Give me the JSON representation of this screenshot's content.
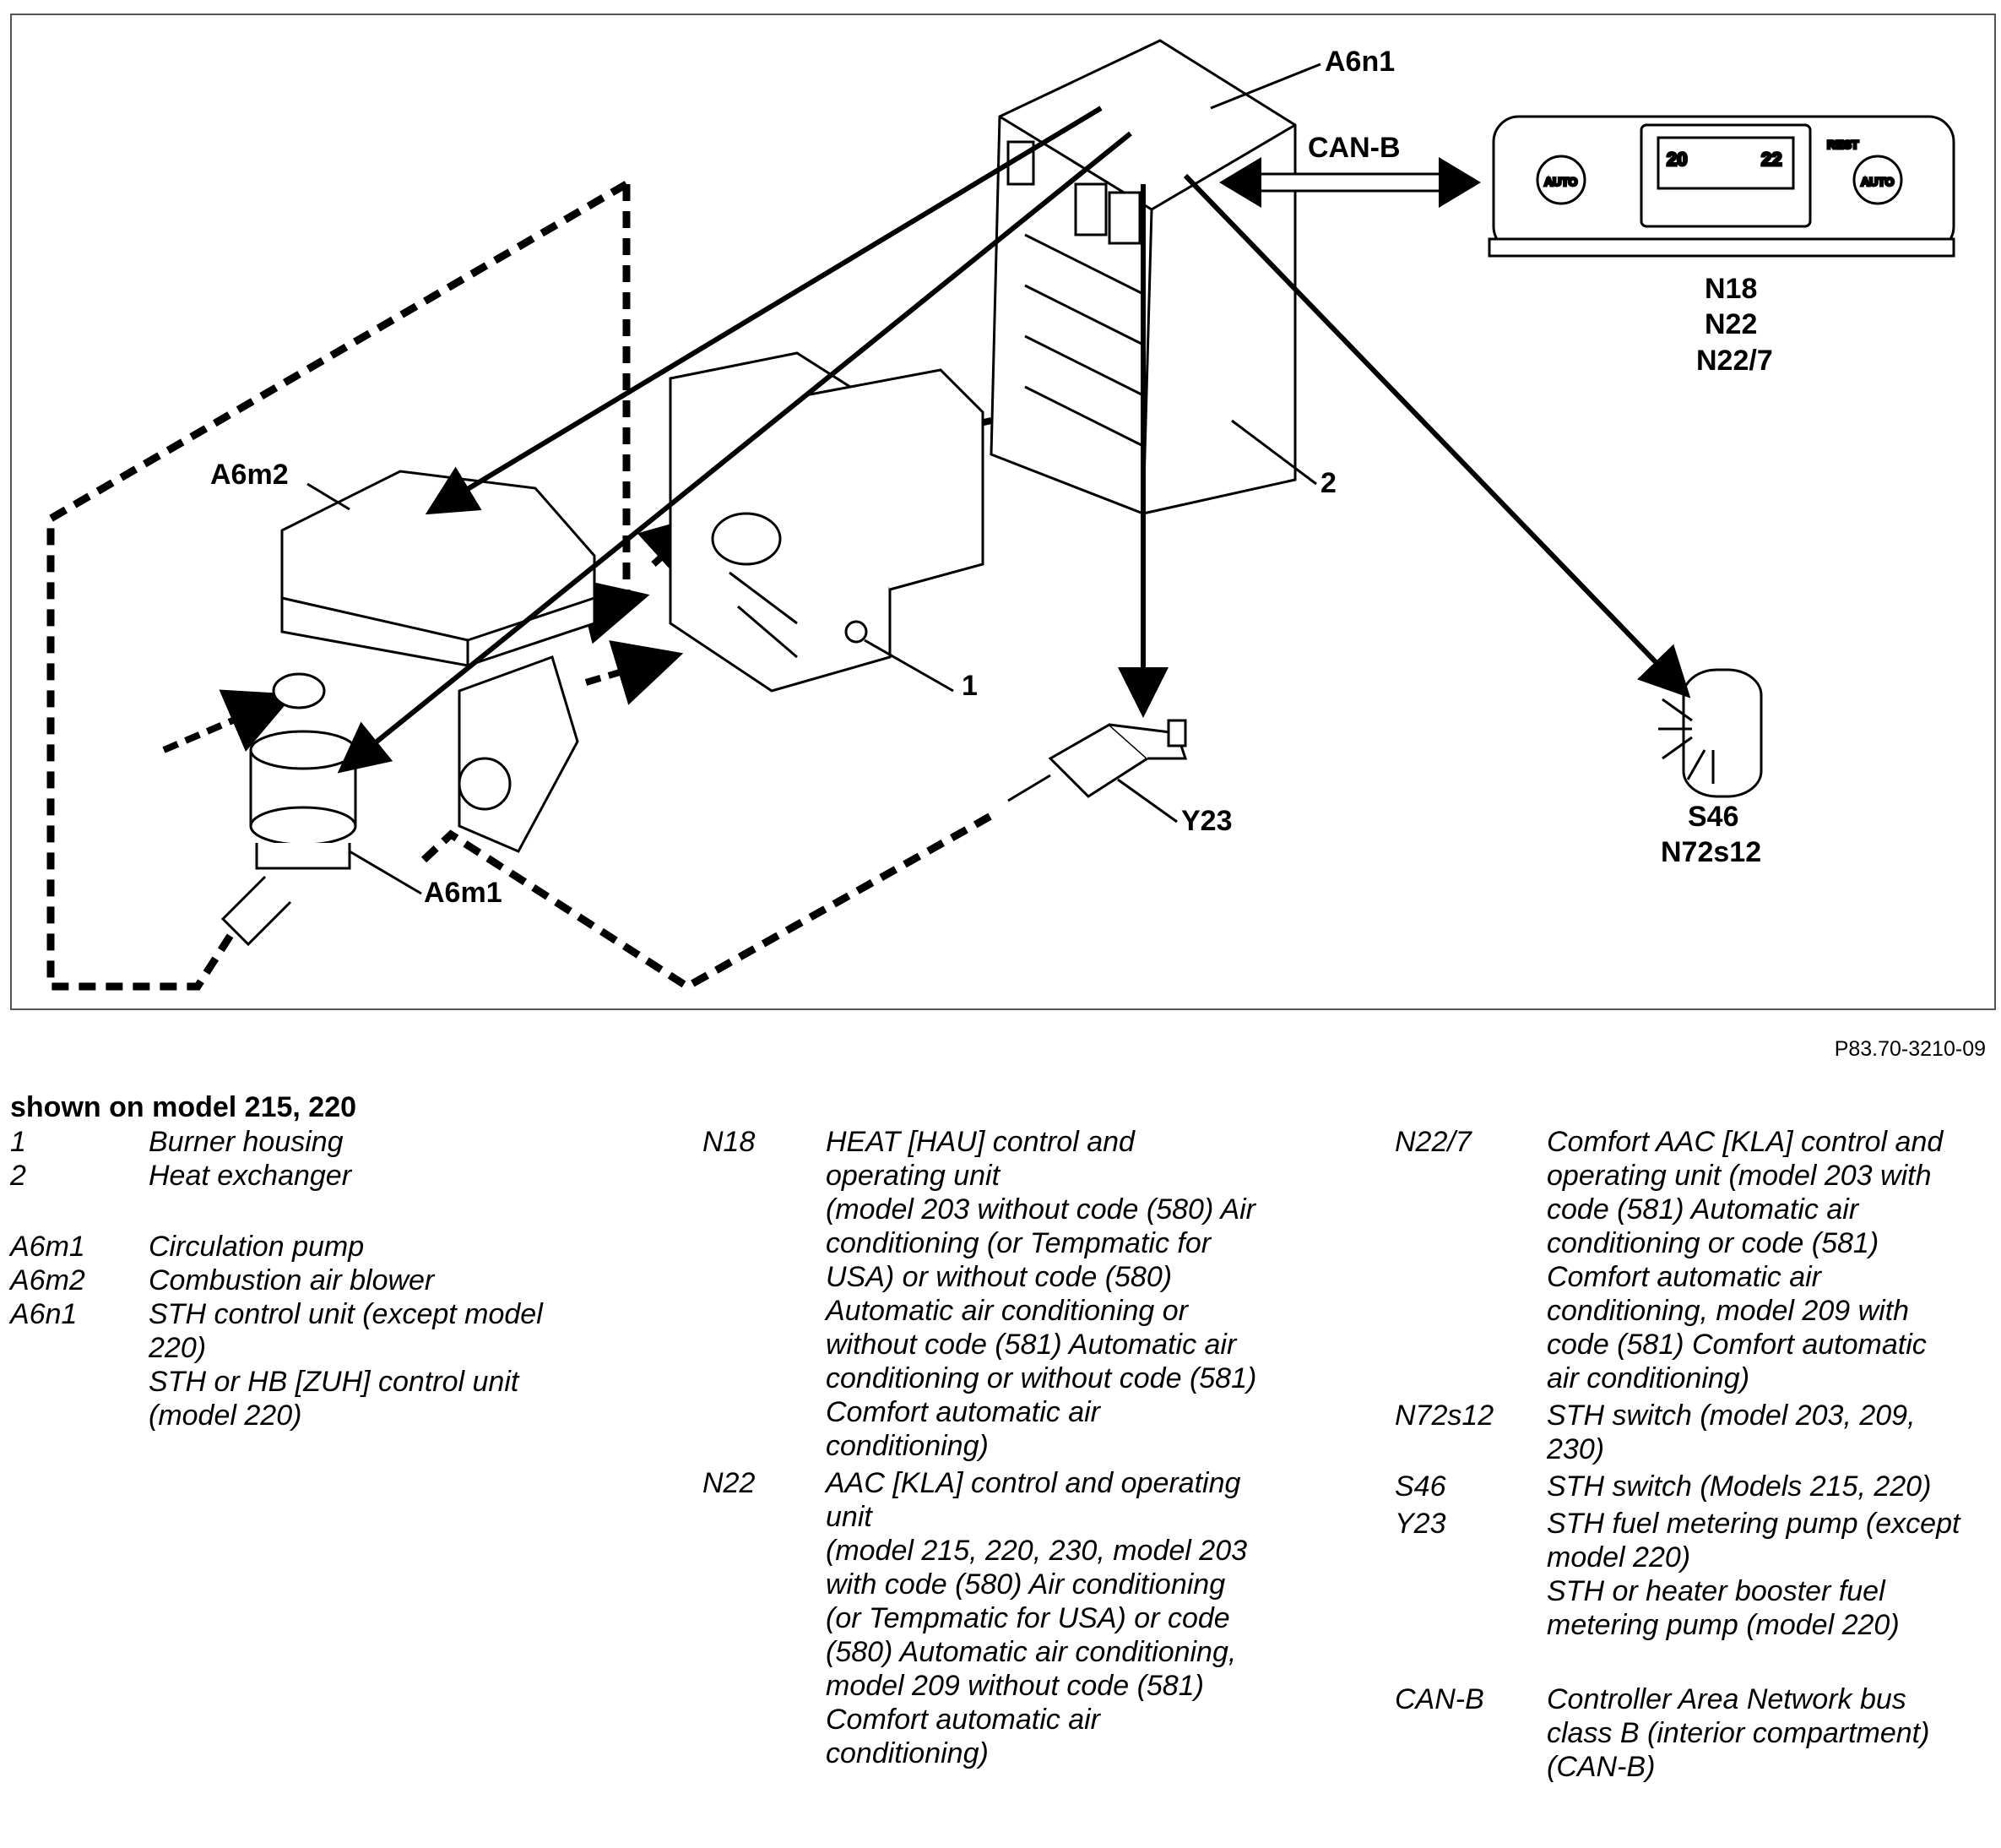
{
  "labels": {
    "a6n1": "A6n1",
    "canb": "CAN-B",
    "n18": "N18",
    "n22": "N22",
    "n227": "N22/7",
    "a6m2": "A6m2",
    "two": "2",
    "one": "1",
    "y23": "Y23",
    "a6m1": "A6m1",
    "s46": "S46",
    "n72s12": "N72s12",
    "panel_temp_left": "20",
    "panel_temp_right": "22",
    "panel_auto_left": "AUTO",
    "panel_auto_right": "AUTO",
    "panel_heat": "REST"
  },
  "figure_ref": "P83.70-3210-09",
  "legend_heading": "shown on model 215, 220",
  "legend": {
    "col1": [
      {
        "code": "1",
        "text": "Burner housing"
      },
      {
        "code": "2",
        "text": "Heat exchanger"
      },
      {
        "code": "A6m1",
        "text": "Circulation pump"
      },
      {
        "code": "A6m2",
        "text": "Combustion air blower"
      },
      {
        "code": "A6n1",
        "line1": "STH control unit (except model",
        "line2": "220)",
        "line3": "STH or HB [ZUH] control unit",
        "line4": "(model 220)"
      }
    ],
    "col2": [
      {
        "code": "N18",
        "lines": [
          "HEAT [HAU] control and",
          "operating unit",
          "(model 203 without code (580) Air",
          "conditioning (or Tempmatic for",
          "USA) or without code (580)",
          "Automatic air conditioning or",
          "without code (581) Automatic air",
          "conditioning or without code (581)",
          "Comfort automatic air",
          "conditioning)"
        ]
      },
      {
        "code": "N22",
        "lines": [
          "AAC [KLA] control and operating",
          "unit",
          "(model 215, 220, 230, model 203",
          "with code (580) Air conditioning",
          "(or Tempmatic for USA) or code",
          "(580) Automatic air conditioning,",
          "model 209 without code (581)",
          "Comfort automatic air",
          "conditioning)"
        ]
      }
    ],
    "col3": [
      {
        "code": "N22/7",
        "lines": [
          "Comfort AAC [KLA] control and",
          "operating unit (model 203 with",
          "code (581) Automatic air",
          "conditioning or code (581)",
          "Comfort automatic air",
          "conditioning, model 209 with",
          "code (581) Comfort automatic",
          "air conditioning)"
        ]
      },
      {
        "code": "N72s12",
        "lines": [
          "STH switch (model 203, 209,",
          "230)"
        ]
      },
      {
        "code": "S46",
        "lines": [
          "STH switch (Models 215, 220)"
        ]
      },
      {
        "code": "Y23",
        "lines": [
          "STH fuel metering pump (except",
          "model 220)",
          "STH or heater booster fuel",
          "metering pump (model 220)"
        ]
      },
      {
        "code": "CAN-B",
        "lines": [
          "Controller Area Network bus",
          "class B (interior compartment)",
          "(CAN-B)"
        ]
      }
    ]
  }
}
